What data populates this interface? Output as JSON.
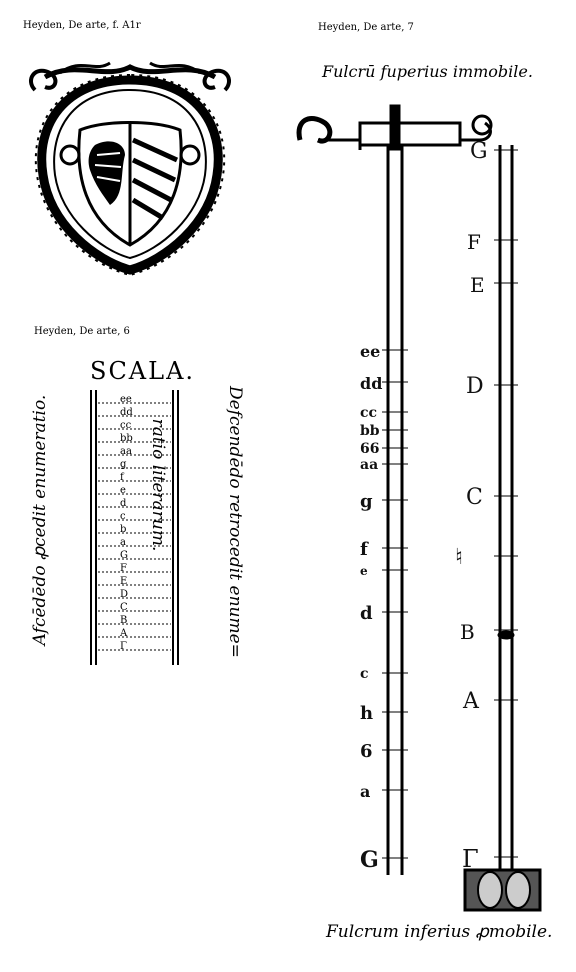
{
  "captions": {
    "crest": "Heyden, De arte, f. A1r",
    "scala": "Heyden, De arte, 6",
    "monochord": "Heyden, De arte, 7"
  },
  "scala": {
    "title": "SCALA.",
    "left_vertical": "Afcēdēdo ꝓcedit enumeratio.",
    "right_vertical_1": "Defcendēdo retrocedit enume=",
    "right_vertical_2": "ratio literarum.",
    "ladder_letters": [
      "ee",
      "dd",
      "cc",
      "bb",
      "aa",
      "g",
      "f",
      "e",
      "d",
      "c",
      "b",
      "a",
      "G",
      "F",
      "E",
      "D",
      "C",
      "B",
      "A",
      "Γ"
    ]
  },
  "monochord": {
    "top_label": "Fulcrū fuperius immobile.",
    "bottom_label": "Fulcrum inferius ꝓmobile.",
    "left_letters": [
      "ee",
      "dd",
      "cc",
      "bb",
      "66",
      "aa",
      "g",
      "f",
      "e",
      "d",
      "c",
      "h",
      "6",
      "a",
      "G"
    ],
    "right_letters": [
      "G",
      "F",
      "E",
      "D",
      "C",
      "♮",
      "B",
      "A",
      "Γ"
    ]
  },
  "icons": {
    "crest": "heraldic-crest-icon",
    "ladder": "ladder-scale-icon",
    "instrument": "monochord-icon"
  }
}
